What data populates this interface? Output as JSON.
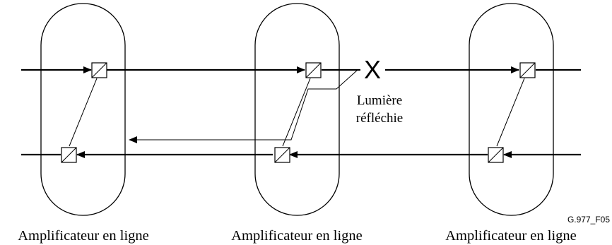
{
  "diagram": {
    "amplifiers": [
      {
        "label": "Amplificateur en ligne"
      },
      {
        "label": "Amplificateur en ligne"
      },
      {
        "label": "Amplificateur en ligne"
      }
    ],
    "fault_marker": "X",
    "reflection_label": {
      "line1": "Lumière",
      "line2": "réfléchie"
    },
    "figure_id": "G.977_F05"
  }
}
